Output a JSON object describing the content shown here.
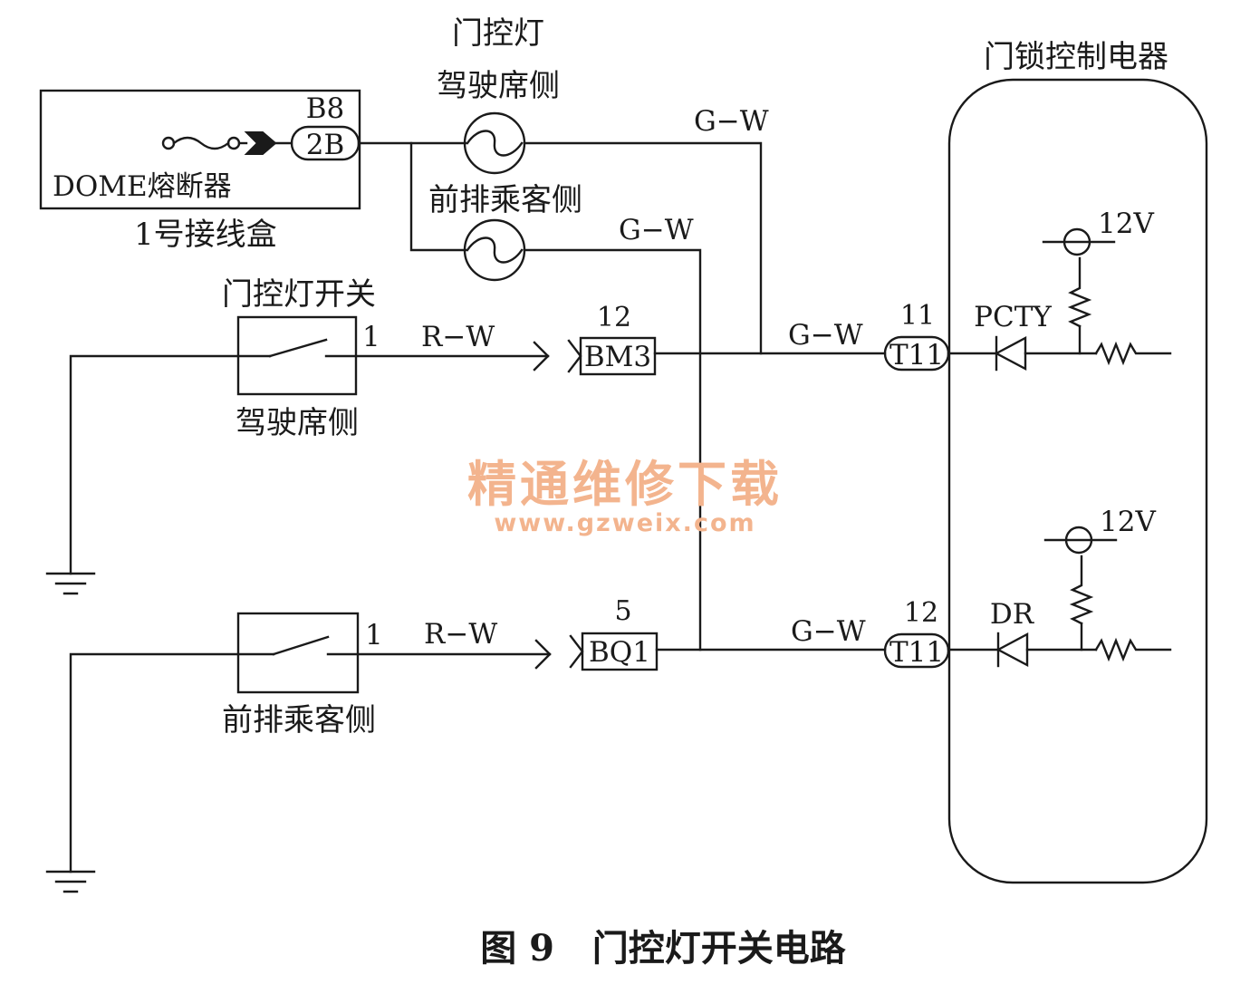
{
  "diagram": {
    "door_lamp_title": "门控灯",
    "driver_side_lamp": "驾驶席侧",
    "passenger_side_lamp": "前排乘客侧",
    "dome_fuse": "DOME熔断器",
    "junction_box": "1号接线盒",
    "connector_b8": "B8",
    "connector_2b": "2B",
    "wire_gw": "G−W",
    "wire_rw": "R−W",
    "switch_title": "门控灯开关",
    "driver_side_switch": "驾驶席侧",
    "passenger_side_switch": "前排乘客侧",
    "switch_pin": "1",
    "connector_bm3_pin": "12",
    "connector_bm3": "BM3",
    "connector_bq1_pin": "5",
    "connector_bq1": "BQ1",
    "ecu_pin_top": "11",
    "ecu_pin_bottom": "12",
    "ecu_connector": "T11",
    "ecu_title": "门锁控制电器",
    "signal_pcty": "PCTY",
    "signal_dr": "DR",
    "supply_voltage": "12V",
    "caption": "图 9   门控灯开关电路"
  },
  "watermark": {
    "text_cn": "精通维修下载",
    "url": "www.gzweix.com",
    "color": "#f3b48e"
  }
}
